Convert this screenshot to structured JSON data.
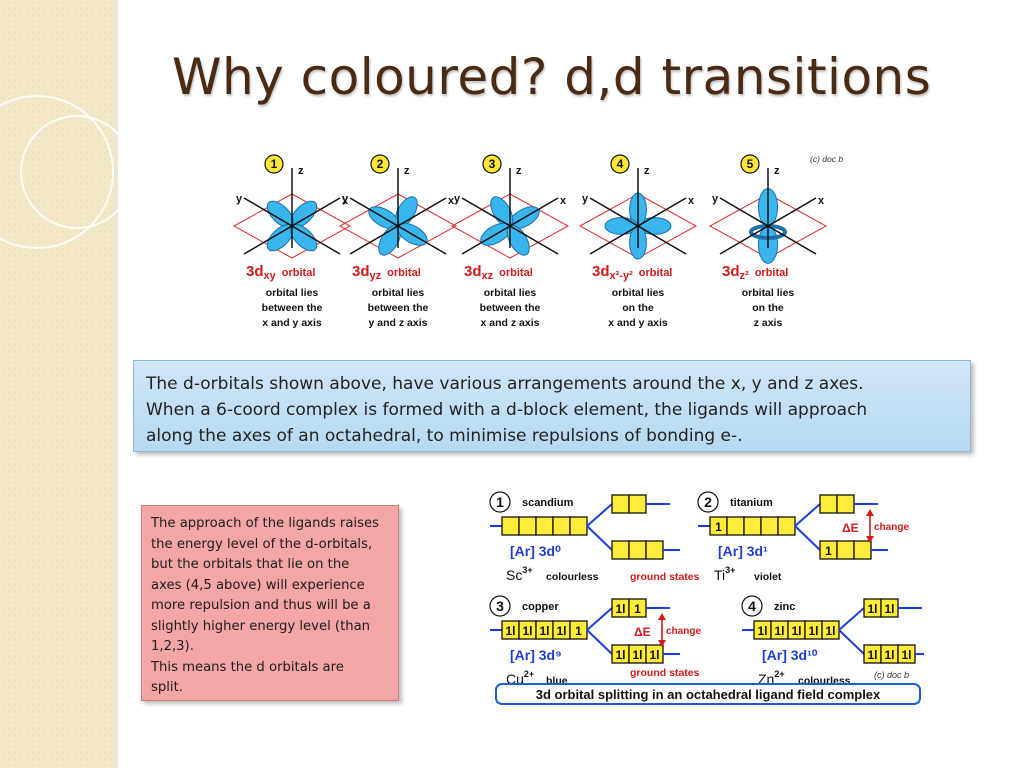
{
  "slide": {
    "title": "Why coloured? d,d transitions",
    "colors": {
      "title": "#4a2a12",
      "orbital_lobe": "#39b6ee",
      "label_red": "#d41b1b",
      "info_box": "#c3dff3",
      "note_box": "#f4a5a5"
    }
  },
  "orbitals_figure": {
    "copyright": "(c) doc b",
    "items": [
      {
        "number": "1",
        "name": "3d",
        "sub": "xy",
        "suffix": "orbital",
        "desc": [
          "orbital lies",
          "between the",
          "x and y axis"
        ]
      },
      {
        "number": "2",
        "name": "3d",
        "sub": "yz",
        "suffix": "orbital",
        "desc": [
          "orbital lies",
          "between the",
          "y and z axis"
        ]
      },
      {
        "number": "3",
        "name": "3d",
        "sub": "xz",
        "suffix": "orbital",
        "desc": [
          "orbital lies",
          "between the",
          "x and z axis"
        ]
      },
      {
        "number": "4",
        "name": "3d",
        "sub": "x²-y²",
        "suffix": "orbital",
        "desc": [
          "orbital lies",
          "on the",
          "x and y axis"
        ]
      },
      {
        "number": "5",
        "name": "3d",
        "sub": "z²",
        "suffix": "orbital",
        "desc": [
          "orbital lies",
          "on the",
          "z axis"
        ]
      }
    ],
    "axis_labels": {
      "x": "x",
      "y": "y",
      "z": "z"
    }
  },
  "info_box": {
    "lines": [
      "The d-orbitals shown above, have various arrangements around the x, y and z axes.",
      "When a 6-coord complex is formed with a d-block element, the ligands will approach",
      "along the axes of an octahedral, to minimise repulsions of bonding e-."
    ]
  },
  "note_box": {
    "lines": [
      "The approach of the ligands raises",
      "the energy level of the d-orbitals,",
      "but the orbitals that lie on the",
      "axes (4,5 above) will experience",
      "more repulsion and thus will be a",
      "slightly higher energy level (than",
      "1,2,3).",
      "This means the d orbitals are",
      "split."
    ]
  },
  "splitting_figure": {
    "copyright": "(c) doc b",
    "caption": "3d orbital splitting in an octahedral ligand field complex",
    "ground_states": "ground states",
    "panels": [
      {
        "number": "1",
        "element": "scandium",
        "config": "[Ar] 3d⁰",
        "ion": "Sc",
        "charge": "3+",
        "colour": "colourless",
        "low": [
          "",
          "",
          "",
          "",
          ""
        ],
        "upper": [
          "",
          ""
        ],
        "lower": [
          "",
          "",
          ""
        ]
      },
      {
        "number": "2",
        "element": "titanium",
        "config": "[Ar] 3d¹",
        "ion": "Ti",
        "charge": "3+",
        "colour": "violet",
        "delta": "ΔE",
        "change": "change",
        "low": [
          "1",
          "",
          "",
          "",
          ""
        ],
        "upper": [
          "",
          ""
        ],
        "lower": [
          "1",
          "",
          ""
        ]
      },
      {
        "number": "3",
        "element": "copper",
        "config": "[Ar] 3d⁹",
        "ion": "Cu",
        "charge": "2+",
        "colour": "blue",
        "delta": "ΔE",
        "change": "change",
        "low": [
          "1l",
          "1l",
          "1l",
          "1l",
          "1"
        ],
        "upper": [
          "1l",
          "1"
        ],
        "lower": [
          "1l",
          "1l",
          "1l"
        ]
      },
      {
        "number": "4",
        "element": "zinc",
        "config": "[Ar] 3d¹⁰",
        "ion": "Zn",
        "charge": "2+",
        "colour": "colourless",
        "low": [
          "1l",
          "1l",
          "1l",
          "1l",
          "1l"
        ],
        "upper": [
          "1l",
          "1l"
        ],
        "lower": [
          "1l",
          "1l",
          "1l"
        ]
      }
    ]
  }
}
